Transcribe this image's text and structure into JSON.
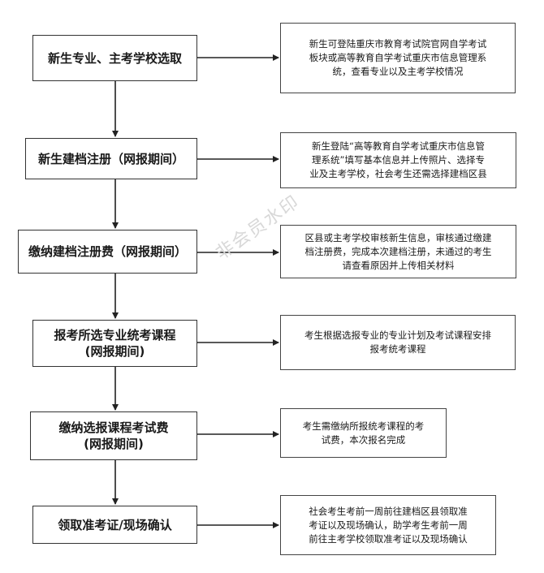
{
  "watermark": "非会员水印",
  "steps": [
    {
      "label": "新生专业、主考学校选取",
      "sub": ""
    },
    {
      "label": "新生建档注册（网报期间）",
      "sub": ""
    },
    {
      "label": "缴纳建档注册费（网报期间）",
      "sub": ""
    },
    {
      "label": "报考所选专业统考课程",
      "sub": "(网报期间)"
    },
    {
      "label": "缴纳选报课程考试费",
      "sub": "(网报期间)"
    },
    {
      "label": "领取准考证/现场确认",
      "sub": ""
    }
  ],
  "notes": [
    [
      "新生可登陆重庆市教育考试院官网自学考试",
      "板块或高等教育自学考试重庆市信息管理系",
      "统，查看专业以及主考学校情况"
    ],
    [
      "新生登陆“高等教育自学考试重庆市信息管",
      "理系统”填写基本信息并上传照片、选择专",
      "业及主考学校，社会考生还需选择建档区县"
    ],
    [
      "区县或主考学校审核新生信息，审核通过缴建",
      "档注册费，完成本次建档注册，未通过的考生",
      "请查看原因并上传相关材料"
    ],
    [
      "考生根据选报专业的专业计划及考试课程安排",
      "报考统考课程"
    ],
    [
      "考生需缴纳所报统考课程的考",
      "试费，本次报名完成"
    ],
    [
      "社会考生考前一周前往建档区县领取准",
      "考证以及现场确认，助学考生考前一周",
      "前往主考学校领取准考证以及现场确认"
    ]
  ]
}
